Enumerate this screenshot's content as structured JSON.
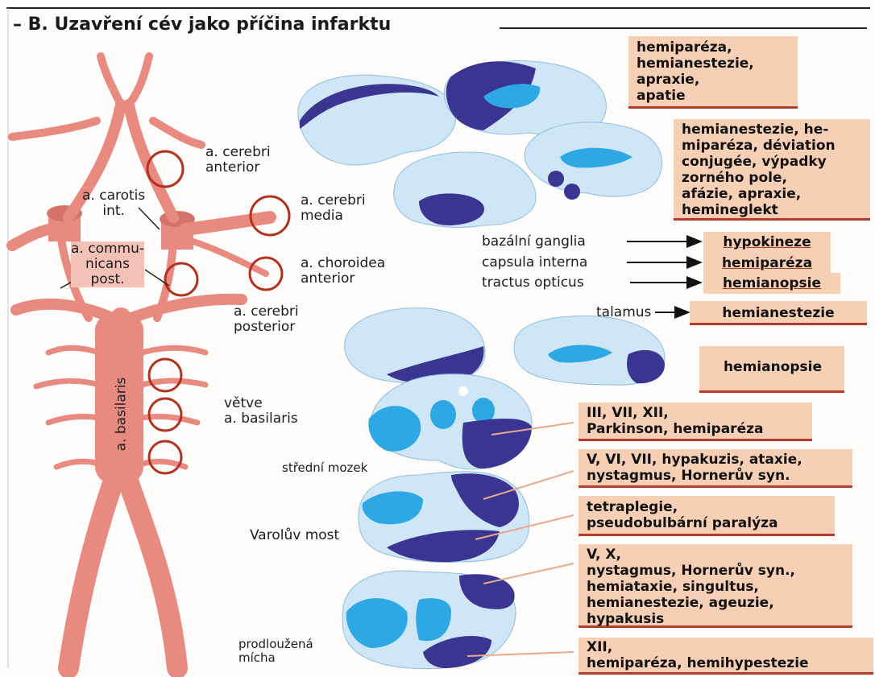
{
  "title": "– B. Uzavření cév jako příčina infarktu",
  "artery_labels": {
    "cerebri_anterior": [
      "a. cerebri",
      "anterior"
    ],
    "carotis_int": [
      "a. carotis",
      "int."
    ],
    "cerebri_media": [
      "a. cerebri",
      "media"
    ],
    "communicans_post": [
      "a. commu-",
      "nicans",
      "post."
    ],
    "choroidea_anterior": [
      "a. choroidea",
      "anterior"
    ],
    "cerebri_posterior": [
      "a. cerebri",
      "posterior"
    ],
    "vetve_basilaris": [
      "větve",
      "a. basilaris"
    ],
    "basilaris": "a. basilaris"
  },
  "section_labels": {
    "stredni_mozek": "střední mozek",
    "varoluv_most": "Varolův most",
    "prodlouzena_micha": [
      "prodloužená",
      "mícha"
    ]
  },
  "arrow_items": [
    {
      "from": "bazální ganglia",
      "to": "hypokineze"
    },
    {
      "from": "capsula interna",
      "to": "hemiparéza"
    },
    {
      "from": "tractus opticus",
      "to": "hemianopsie"
    },
    {
      "from": "talamus",
      "to": "hemianestezie"
    }
  ],
  "symptom_boxes": {
    "anterior": [
      "hemiparéza,",
      "hemianestezie,",
      "apraxie,",
      "apatie"
    ],
    "media": [
      "hemianestezie, he-",
      "miparéza, déviation",
      "conjugée, výpadky",
      "zorného pole,",
      "afázie, apraxie,",
      "hemineglekt"
    ],
    "posterior": "hemianopsie",
    "midbrain": [
      "III, VII, XII,",
      "Parkinson, hemiparéza"
    ],
    "pons_upper": [
      "V, VI, VII, hypakuzis, ataxie,",
      "nystagmus, Hornerův syn."
    ],
    "pons_lower": [
      "tetraplegie,",
      "pseudobulbární paralýza"
    ],
    "medulla_upper": [
      "V, X,",
      "nystagmus, Hornerův syn.,",
      "hemiataxie, singultus,",
      "hemianestezie, ageuzie,",
      "hypakusis"
    ],
    "medulla_lower": [
      "XII,",
      "hemiparéza, hemihypestezie"
    ]
  },
  "colors": {
    "artery": "#e98a80",
    "artery_dark": "#d4736a",
    "brain_light": "#cfe6f7",
    "brain_mid": "#2ea8e4",
    "infarct": "#3b3592",
    "circle": "#b3321f",
    "box": "#f6cfb4",
    "underline": "#b33d2a"
  }
}
